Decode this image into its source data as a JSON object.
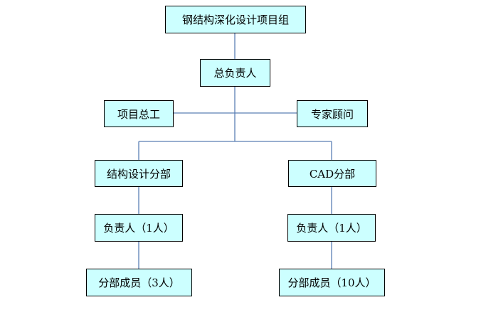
{
  "org_chart": {
    "root": "钢结构深化设计项目组",
    "head": "总负责人",
    "advisors": {
      "left": "项目总工",
      "right": "专家顾问"
    },
    "departments": [
      {
        "name": "结构设计分部",
        "lead": "负责人（1人）",
        "members": "分部成员（3人）"
      },
      {
        "name": "CAD分部",
        "lead": "负责人（1人）",
        "members": "分部成员（10人）"
      }
    ]
  },
  "colors": {
    "node_fill": "#ccffff",
    "node_border": "#000000",
    "connector": "#5b7fb5"
  }
}
